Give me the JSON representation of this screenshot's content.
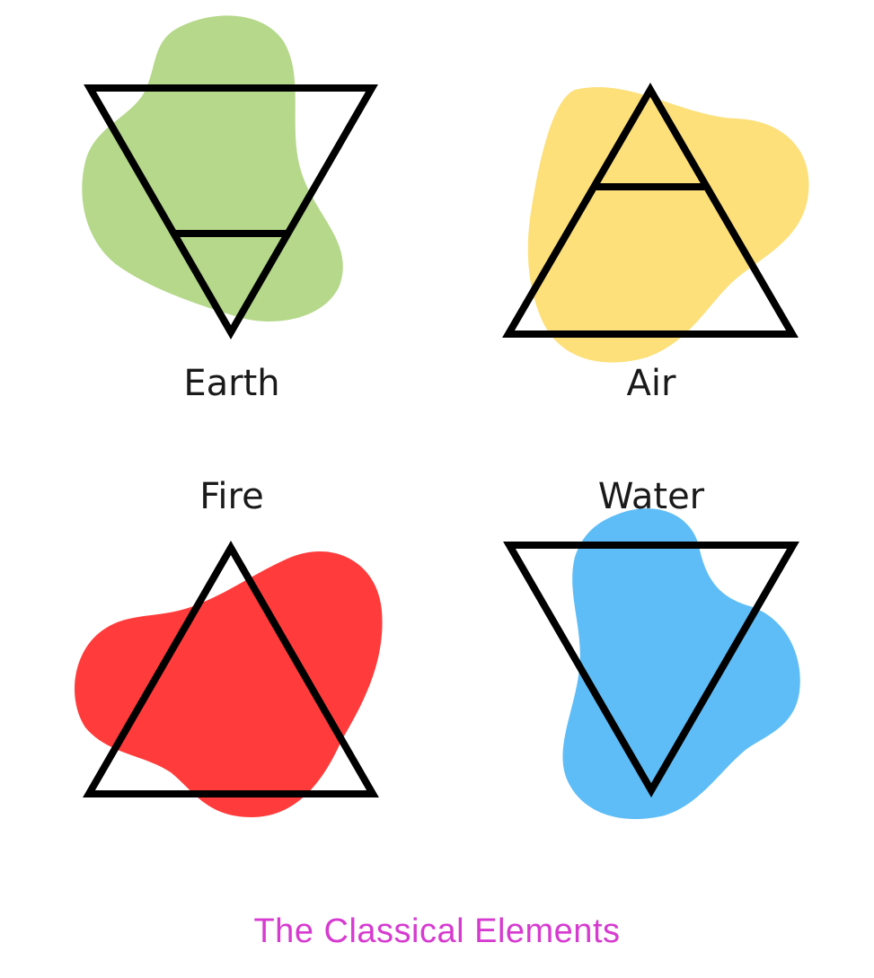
{
  "elements": [
    {
      "key": "earth",
      "label": "Earth",
      "blob_color": "#b5d88a",
      "symbol": "inverted-triangle-with-bar"
    },
    {
      "key": "air",
      "label": "Air",
      "blob_color": "#fde07a",
      "symbol": "triangle-with-bar"
    },
    {
      "key": "fire",
      "label": "Fire",
      "blob_color": "#ff3b3b",
      "symbol": "triangle"
    },
    {
      "key": "water",
      "label": "Water",
      "blob_color": "#5ebdf7",
      "symbol": "inverted-triangle"
    }
  ],
  "caption": {
    "text": "The Classical Elements",
    "color": "#d63bd0"
  }
}
